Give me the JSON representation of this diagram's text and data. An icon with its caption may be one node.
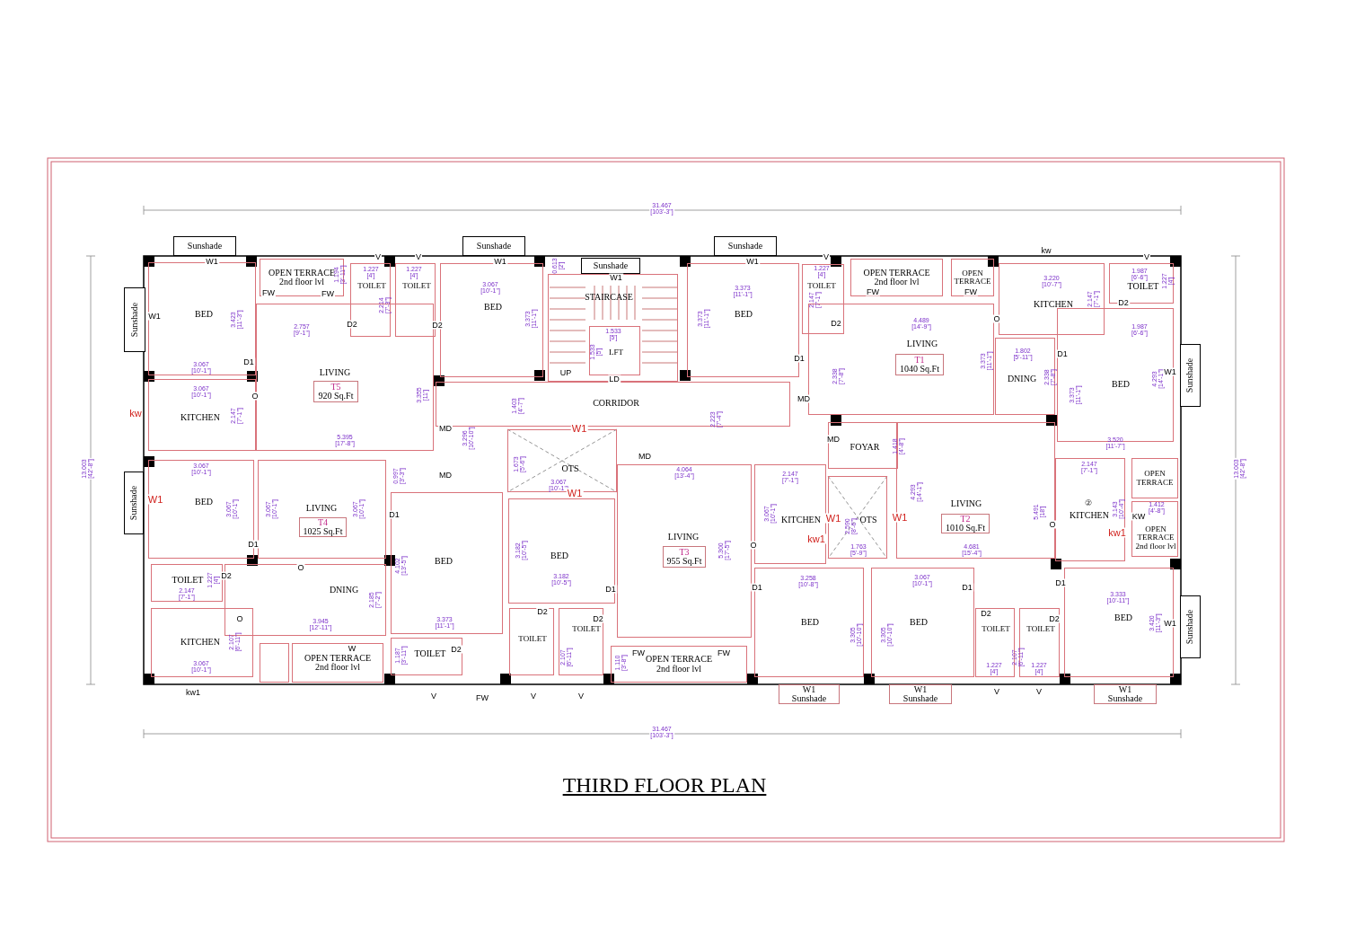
{
  "diagram": {
    "title": "THIRD FLOOR PLAN",
    "nodes": [
      {
        "text": [
          "Sunshade"
        ]
      },
      {
        "text": [
          "Sunshade"
        ]
      },
      {
        "text": [
          "BED"
        ]
      },
      {
        "text": [
          "OPEN TERRACE",
          "2nd floor lvl"
        ]
      },
      {
        "text": [
          "TOILET"
        ]
      },
      {
        "text": [
          "TOILET"
        ]
      },
      {
        "text": [
          "LIVING"
        ]
      },
      {
        "text": [
          "T5",
          "920 Sq.Ft"
        ],
        "in": 6
      },
      {
        "text": [
          "KITCHEN"
        ]
      },
      {
        "text": [
          "Sunshade"
        ]
      },
      {
        "text": [
          "BED"
        ]
      },
      {
        "text": [
          "STAIRCASE"
        ]
      },
      {
        "text": [
          "Sunshade"
        ]
      },
      {
        "text": [
          "LFT"
        ],
        "in": 11
      },
      {
        "text": [
          "Sunshade"
        ]
      },
      {
        "text": [
          "BED"
        ]
      },
      {
        "text": [
          "TOILET"
        ]
      },
      {
        "text": [
          "OPEN TERRACE",
          "2nd floor lvl"
        ]
      },
      {
        "text": [
          "OPEN TERRACE"
        ]
      },
      {
        "text": [
          "LIVING"
        ]
      },
      {
        "text": [
          "T1",
          "1040 Sq.Ft"
        ],
        "in": 19
      },
      {
        "text": [
          "KITCHEN"
        ]
      },
      {
        "text": [
          "TOILET"
        ]
      },
      {
        "text": [
          "DNING"
        ]
      },
      {
        "text": [
          "BED"
        ]
      },
      {
        "text": [
          "Sunshade"
        ]
      },
      {
        "text": [
          "CORRIDOR"
        ]
      },
      {
        "text": [
          "OTS"
        ]
      },
      {
        "text": [
          "FOYAR"
        ]
      },
      {
        "text": [
          "Sunshade"
        ]
      },
      {
        "text": [
          "BED"
        ]
      },
      {
        "text": [
          "LIVING"
        ]
      },
      {
        "text": [
          "T4",
          "1025 Sq.Ft"
        ],
        "in": 31
      },
      {
        "text": [
          "TOILET"
        ]
      },
      {
        "text": [
          "DNING"
        ]
      },
      {
        "text": [
          "KITCHEN"
        ]
      },
      {
        "text": [],
        "shape": "box"
      },
      {
        "text": [
          "OPEN TERRACE",
          "2nd floor lvl"
        ]
      },
      {
        "text": [
          "BED"
        ]
      },
      {
        "text": [
          "TOILET"
        ]
      },
      {
        "text": [
          "BED"
        ]
      },
      {
        "text": [
          "TOILET"
        ]
      },
      {
        "text": [
          "TOILET"
        ]
      },
      {
        "text": [
          "LIVING"
        ]
      },
      {
        "text": [
          "T3",
          "955 Sq.Ft"
        ],
        "in": 43
      },
      {
        "text": [
          "OPEN TERRACE",
          "2nd floor lvl"
        ]
      },
      {
        "text": [
          "KITCHEN"
        ]
      },
      {
        "text": [
          "OTS"
        ]
      },
      {
        "text": [
          "LIVING"
        ]
      },
      {
        "text": [
          "T2",
          "1010 Sq.Ft"
        ],
        "in": 48
      },
      {
        "text": [
          "KITCHEN"
        ]
      },
      {
        "text": [
          "OPEN TERRACE"
        ]
      },
      {
        "text": [
          "OPEN TERRACE",
          "2nd floor lvl"
        ]
      },
      {
        "text": [
          "BED"
        ]
      },
      {
        "text": [
          "BED"
        ]
      },
      {
        "text": [
          "TOILET"
        ]
      },
      {
        "text": [
          "TOILET"
        ]
      },
      {
        "text": [
          "BED"
        ]
      },
      {
        "text": [
          "Sunshade"
        ]
      },
      {
        "text": [
          "W1",
          "Sunshade"
        ]
      },
      {
        "text": [
          "W1",
          "Sunshade"
        ]
      },
      {
        "text": [
          "W1",
          "Sunshade"
        ]
      }
    ],
    "labels": [
      "31.467 [103'-3\"]",
      "W1",
      "V",
      "V",
      "W1",
      "W1",
      "V",
      "kw",
      "V",
      "1.194 [3'-11\"]",
      "1.227 [4']",
      "1.227 [4']",
      "0.613 [2']",
      "W1",
      "1.227 [4']",
      "3.220 [10'-7\"]",
      "1.987 [6'-6\"]",
      "1.227 [4']",
      "FW",
      "FW",
      "3.067 [10'-1\"]",
      "3.373 [11'-1\"]",
      "FW",
      "FW",
      "2.214 [7'-3\"]",
      "2.147 [7'-1\"]",
      "2.147 [7'-1\"]",
      "D2",
      "W1",
      "3.423 [11'-3\"]",
      "2.757 [9'-1\"]",
      "D2",
      "D2",
      "3.373 [11'-1\"]",
      "1.533 [5']",
      "3.373 [11'-1\"]",
      "D2",
      "4.489 [14'-9\"]",
      "O",
      "1.987 [6'-6\"]",
      "D1",
      "1.533 [5']",
      "D1",
      "3.373 [11'-1\"]",
      "1.802 [5'-11\"]",
      "D1",
      "3.067 [10'-1\"]",
      "UP",
      "LD",
      "2.338 [7'-8\"]",
      "2.338 [7'-8\"]",
      "4.293 [14'-1\"]",
      "W1",
      "3.067 [10'-1\"]",
      "O",
      "3.355 [11']",
      "MD",
      "3.373 [11'-1\"]",
      "kw",
      "2.147 [7'-1\"]",
      "1.403 [4'-7\"]",
      "2.223 [7'-4\"]",
      "MD",
      "W1",
      "5.395 [17'-8\"]",
      "3.296 [10'-10\"]",
      "MD",
      "1.418 [4'-8\"]",
      "3.520 [11'-7\"]",
      "13.003 [42'-8\"]",
      "3.067 [10'-1\"]",
      "0.997 [3'-3\"]",
      "MD",
      "1.673 [5'-6\"]",
      "MD",
      "4.064 [13'-4\"]",
      "2.147 [7'-1\"]",
      "2.147 [7'-1\"]",
      "13.003 [42'-8\"]",
      "W1",
      "3.067 [10'-1\"]",
      "W1",
      "4.293 [14'-1\"]",
      "②",
      "3.067 [10'-1\"]",
      "3.067 [10'-1\"]",
      "3.067 [10'-1\"]",
      "D1",
      "3.067 [10'-1\"]",
      "W1",
      "W1",
      "5.491 [18']",
      "3.143 [10'-4\"]",
      "KW",
      "1.412 [4'-8\"]",
      "kw1",
      "2.590 [8'-6\"]",
      "O",
      "kw1",
      "D1",
      "3.182 [10'-5\"]",
      "5.300 [17'-5\"]",
      "O",
      "1.763 [5'-9\"]",
      "4.681 [15'-4\"]",
      "O",
      "4.102 [13'-5\"]",
      "1.227 [4']",
      "D2",
      "3.182 [10'-5\"]",
      "3.258 [10'-8\"]",
      "3.067 [10'-1\"]",
      "D1",
      "2.147 [7'-1\"]",
      "2.185 [7'-2\"]",
      "D1",
      "D1",
      "D1",
      "3.333 [10'-11\"]",
      "O",
      "3.945 [12'-11\"]",
      "3.373 [11'-1\"]",
      "D2",
      "D2",
      "D2",
      "D2",
      "3.420 [11'-3\"]",
      "W1",
      "2.107 [6'-11\"]",
      "3.305 [10'-10\"]",
      "3.305 [10'-10\"]",
      "3.067 [10'-1\"]",
      "W",
      "1.187 [3'-11\"]",
      "D2",
      "2.107 [6'-11\"]",
      "1.110 [3'-8\"]",
      "FW",
      "FW",
      "1.227 [4']",
      "2.107 [6'-11\"]",
      "1.227 [4']",
      "kw1",
      "V",
      "FW",
      "V",
      "V",
      "V",
      "V",
      "31.467 [103'-3\"]"
    ]
  }
}
